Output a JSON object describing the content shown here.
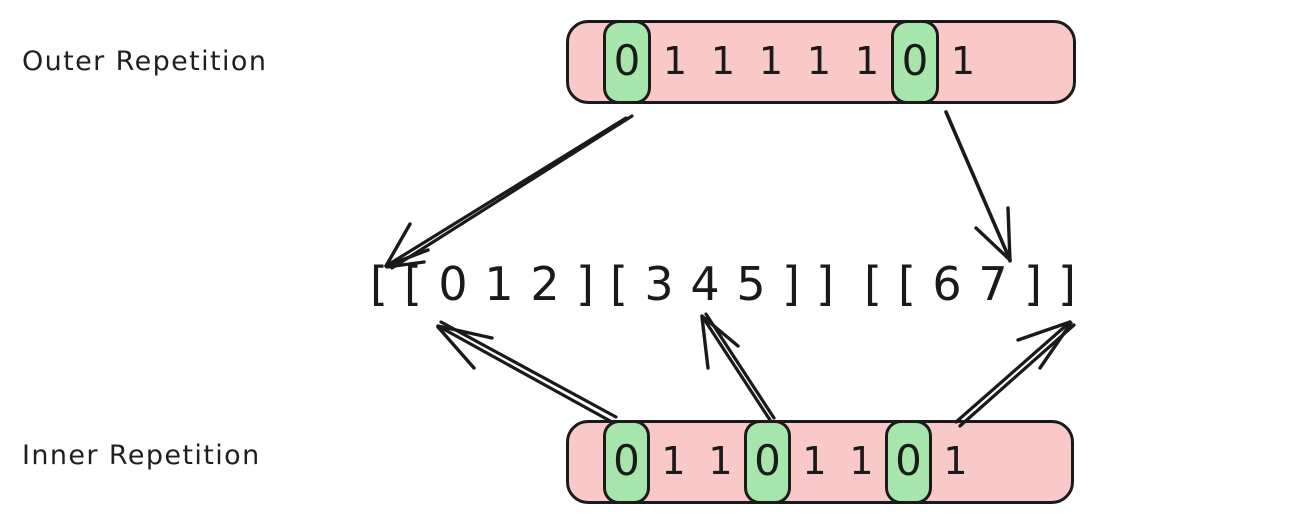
{
  "diagram": {
    "title": "Outer and Inner Repetition bit patterns mapped to nested list indices",
    "background_color": "#ffffff",
    "ink_color": "#1a1a1a",
    "bar_fill_color": "#f9c8c8",
    "highlight_fill_color": "#a6e5ab"
  },
  "labels": {
    "outer": "Outer Repetition",
    "inner": "Inner Repetition"
  },
  "outer_bar": {
    "name": "outer-repetition-bits",
    "bits": [
      "0",
      "1",
      "1",
      "1",
      "1",
      "1",
      "0",
      "1"
    ],
    "highlighted_indices": [
      0,
      6
    ]
  },
  "inner_bar": {
    "name": "inner-repetition-bits",
    "bits": [
      "0",
      "1",
      "1",
      "0",
      "1",
      "1",
      "0",
      "1"
    ],
    "highlighted_indices": [
      0,
      3,
      6
    ]
  },
  "expression": {
    "text": "[ [ 0 1 2 ] [ 3 4 5 ] ] [ [ 6 7 ] ]",
    "tokens": [
      "[",
      "[",
      "0",
      "1",
      "2",
      "]",
      "[",
      "3",
      "4",
      "5",
      "]",
      "]",
      "[",
      "[",
      "6",
      "7",
      "]",
      "]"
    ]
  },
  "arrows": [
    {
      "name": "arrow-outer-bit0-to-open-bracket-1",
      "from": "outer bit 0 (highlighted)",
      "to": "expression token 1: outermost opening bracket",
      "double_stroke": true
    },
    {
      "name": "arrow-outer-bit6-to-open-bracket-13",
      "from": "outer bit 6 (highlighted)",
      "to": "expression token 13: second outer opening bracket",
      "double_stroke": false
    },
    {
      "name": "arrow-inner-bit0-to-open-bracket-2",
      "from": "inner bit 0 (highlighted)",
      "to": "expression token 2: inner opening bracket of [0 1 2]",
      "double_stroke": true
    },
    {
      "name": "arrow-inner-bit3-to-open-bracket-7",
      "from": "inner bit 3 (highlighted)",
      "to": "expression token 7: inner opening bracket of [3 4 5]",
      "double_stroke": true
    },
    {
      "name": "arrow-inner-bit6-to-open-bracket-14",
      "from": "inner bit 6 (highlighted)",
      "to": "expression token 14: inner opening bracket of [6 7]",
      "double_stroke": true
    }
  ]
}
